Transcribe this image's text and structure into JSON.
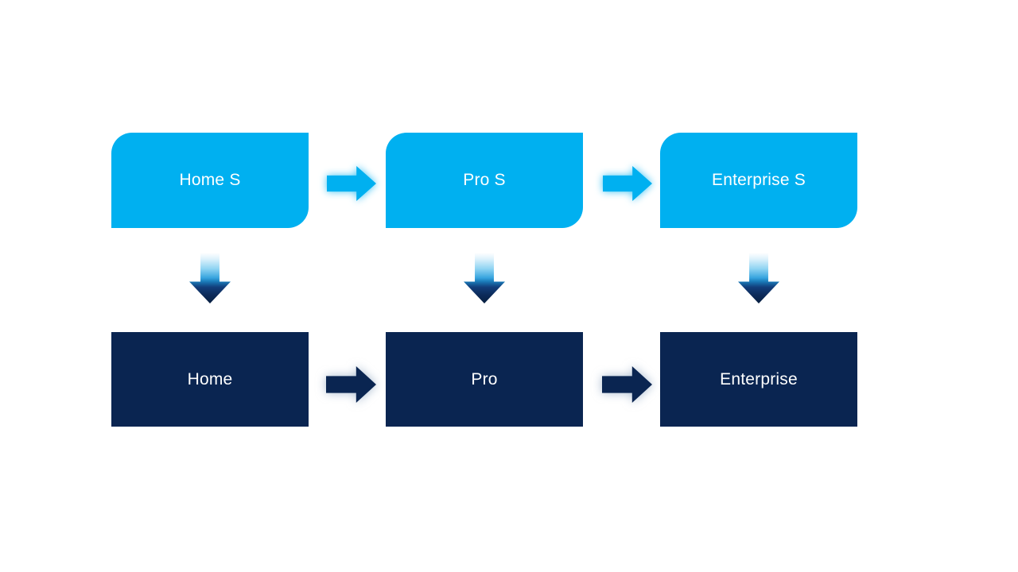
{
  "diagram": {
    "type": "flow",
    "description": "Two-row edition upgrade flow: S-mode editions on top flowing down to full editions below",
    "columns": [
      {
        "top_label": "Home S",
        "bottom_label": "Home"
      },
      {
        "top_label": "Pro S",
        "bottom_label": "Pro"
      },
      {
        "top_label": "Enterprise S",
        "bottom_label": "Enterprise"
      }
    ],
    "connectors": {
      "horizontal_top": "right-arrow between each top box",
      "horizontal_bottom": "right-arrow between each bottom box",
      "vertical": "down-arrow from each top box to the bottom box beneath it"
    }
  },
  "colors": {
    "canvas_bg": "#FFFFFF",
    "top_box_fill": "#00B0F0",
    "bottom_box_fill": "#0A2551",
    "arrow_light_fill": "#00B0F0",
    "arrow_dark_fill": "#0A2551",
    "text_color": "#FFFFFF",
    "down_arrow_gradient_top": "#FFFFFF",
    "down_arrow_gradient_mid": "#35A3DE",
    "down_arrow_gradient_bottom": "#081F40"
  },
  "icons": {
    "horizontal_connector": "right-arrow-icon",
    "vertical_connector": "down-arrow-icon"
  }
}
